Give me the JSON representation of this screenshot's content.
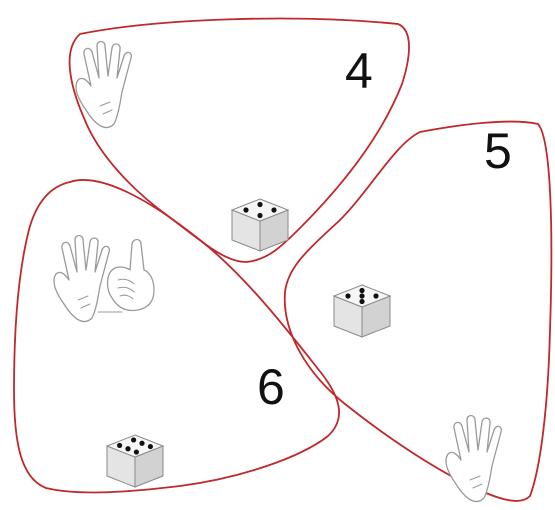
{
  "regions": [
    {
      "id": "four",
      "number": "4",
      "die_pips": 4,
      "hand": "open-hand"
    },
    {
      "id": "five",
      "number": "5",
      "die_pips": 5,
      "hand": "open-hand"
    },
    {
      "id": "six",
      "number": "6",
      "die_pips": 6,
      "hand": "open-hand-and-thumb"
    }
  ],
  "colors": {
    "outline": "#c0282a",
    "number": "#111111",
    "pip": "#111111"
  }
}
